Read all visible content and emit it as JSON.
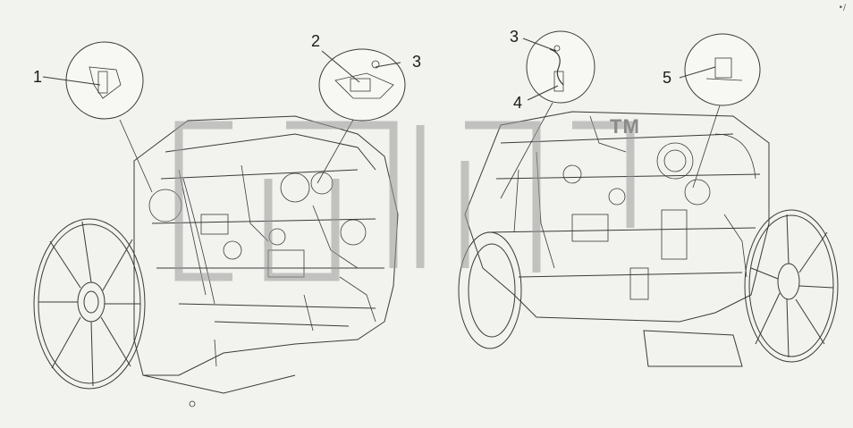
{
  "callouts": [
    {
      "id": "1",
      "label": "1"
    },
    {
      "id": "2",
      "label": "2"
    },
    {
      "id": "3a",
      "label": "3"
    },
    {
      "id": "3b",
      "label": "3"
    },
    {
      "id": "4",
      "label": "4"
    },
    {
      "id": "5",
      "label": "5"
    }
  ],
  "watermark": {
    "trademark": "TM"
  },
  "corner_mark": "•∕",
  "colors": {
    "background": "#f2f2ee",
    "line": "#3a3a3a",
    "watermark": "#9a9a9a"
  }
}
